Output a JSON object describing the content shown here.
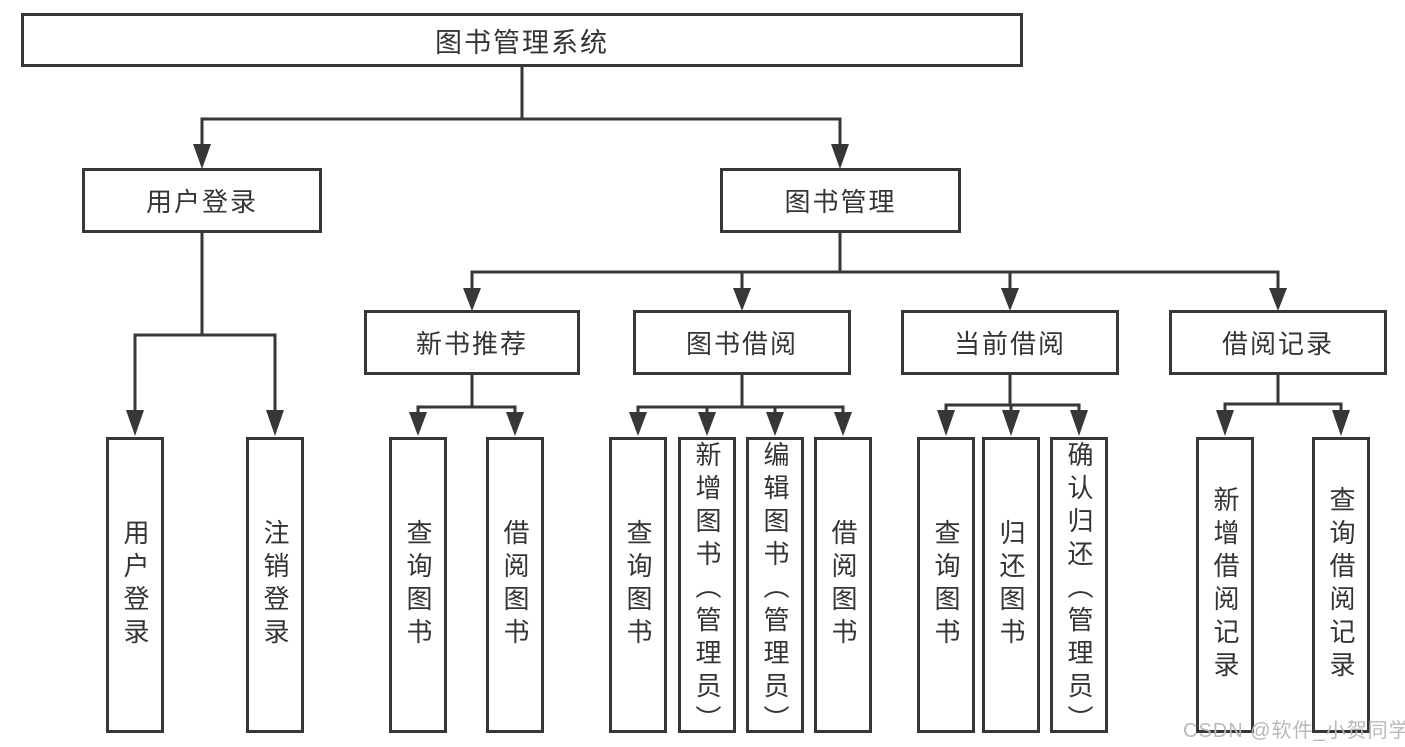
{
  "colors": {
    "background": "#ffffff",
    "line": "#373737",
    "text": "#343434",
    "watermark": "#b9b9b9"
  },
  "diagram": {
    "root": {
      "label": "图书管理系统"
    },
    "level2": [
      {
        "id": "user-login",
        "label": "用户登录",
        "parent": "图书管理系统"
      },
      {
        "id": "book-management",
        "label": "图书管理",
        "parent": "图书管理系统"
      }
    ],
    "level3": [
      {
        "id": "new-book-recommend",
        "label": "新书推荐",
        "parent": "图书管理"
      },
      {
        "id": "book-borrow",
        "label": "图书借阅",
        "parent": "图书管理"
      },
      {
        "id": "current-borrow",
        "label": "当前借阅",
        "parent": "图书管理"
      },
      {
        "id": "borrow-records",
        "label": "借阅记录",
        "parent": "图书管理"
      }
    ],
    "leaves": [
      {
        "label": "用户登录",
        "parent": "用户登录"
      },
      {
        "label": "注销登录",
        "parent": "用户登录"
      },
      {
        "label": "查询图书",
        "parent": "新书推荐"
      },
      {
        "label": "借阅图书",
        "parent": "新书推荐"
      },
      {
        "label": "查询图书",
        "parent": "图书借阅"
      },
      {
        "label": "新增图书（管理员）",
        "parent": "图书借阅"
      },
      {
        "label": "编辑图书（管理员）",
        "parent": "图书借阅"
      },
      {
        "label": "借阅图书",
        "parent": "图书借阅"
      },
      {
        "label": "查询图书",
        "parent": "当前借阅"
      },
      {
        "label": "归还图书",
        "parent": "当前借阅"
      },
      {
        "label": "确认归还（管理员）",
        "parent": "当前借阅"
      },
      {
        "label": "新增借阅记录",
        "parent": "借阅记录"
      },
      {
        "label": "查询借阅记录",
        "parent": "借阅记录"
      }
    ]
  },
  "watermark": {
    "text": "CSDN @软件_小贺同学"
  }
}
